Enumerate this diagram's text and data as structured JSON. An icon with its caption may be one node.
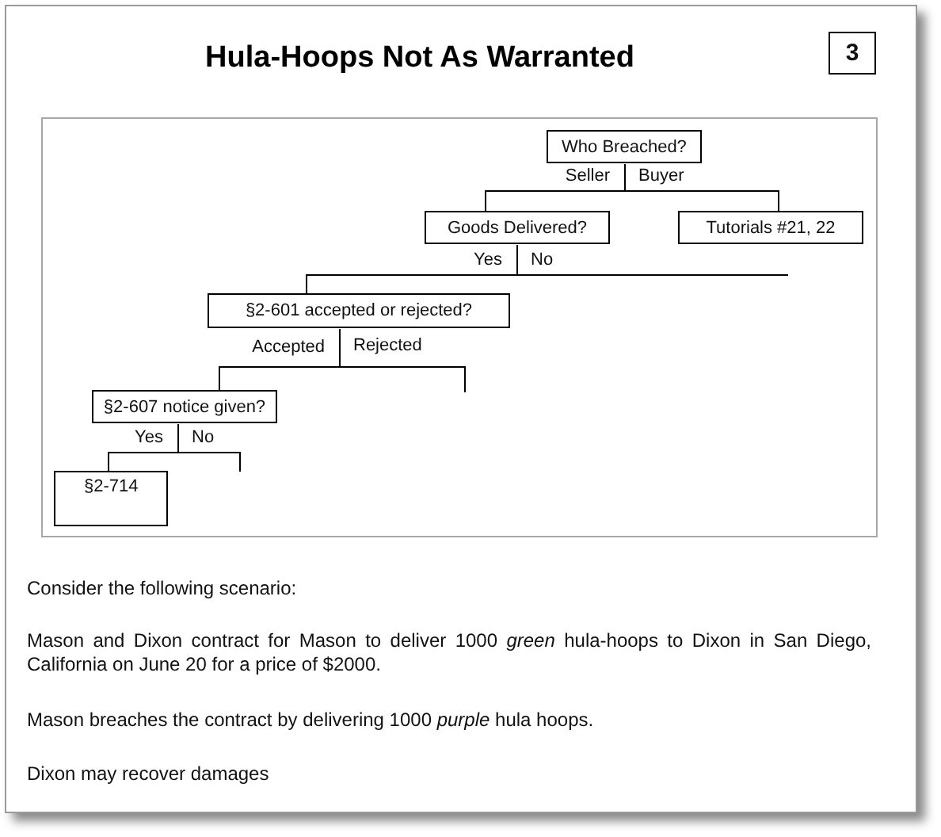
{
  "diagram": {
    "title": "Hula-Hoops Not As Warranted",
    "nodes": [
      {
        "text": [
          "Who Breached?"
        ]
      },
      {
        "text": [
          "Goods Delivered?"
        ]
      },
      {
        "text": [
          "Tutorials #21, 22"
        ]
      },
      {
        "text": [
          "§2-601 accepted or rejected?"
        ]
      },
      {
        "text": [
          "§2-607 notice given?"
        ]
      },
      {
        "text": [
          "§2-714"
        ]
      },
      {
        "text": [
          "3"
        ]
      }
    ],
    "edges": [
      {
        "from": 0,
        "to": 1,
        "arrow": "none",
        "label": "Seller"
      },
      {
        "from": 0,
        "to": 2,
        "arrow": "none",
        "label": "Buyer"
      },
      {
        "from": 1,
        "to": 3,
        "arrow": "none",
        "label": "Yes"
      },
      {
        "from": 1,
        "to": null,
        "arrow": "none",
        "label": "No"
      },
      {
        "from": 3,
        "to": 4,
        "arrow": "none",
        "label": "Accepted"
      },
      {
        "from": 3,
        "to": null,
        "arrow": "none",
        "label": "Rejected"
      },
      {
        "from": 4,
        "to": 5,
        "arrow": "none",
        "label": "Yes"
      },
      {
        "from": 4,
        "to": null,
        "arrow": "none",
        "label": "No"
      }
    ],
    "labels": [
      "Consider the following scenario:",
      "Mason and Dixon contract for Mason to deliver 1000 *green* hula-hoops to Dixon in San Diego, California on June 20 for a price of $2000.",
      "Mason breaches the contract by delivering 1000 *purple* hula hoops.",
      "Dixon may recover damages"
    ]
  }
}
